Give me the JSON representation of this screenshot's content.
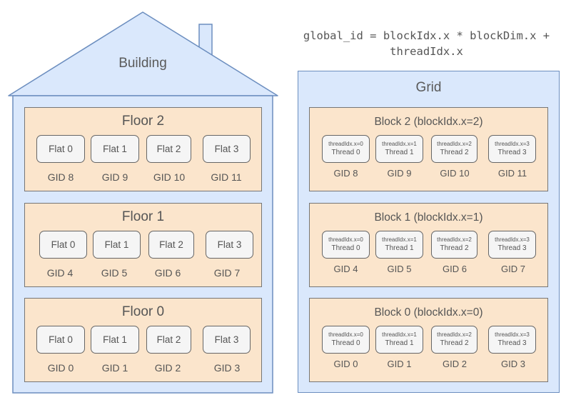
{
  "formula": {
    "line1": "global_id = blockIdx.x * blockDim.x +",
    "line2": "threadIdx.x"
  },
  "building": {
    "title": "Building",
    "floors": [
      {
        "title": "Floor 2",
        "flats": [
          "Flat 0",
          "Flat 1",
          "Flat 2",
          "Flat 3"
        ],
        "gids": [
          "GID 8",
          "GID 9",
          "GID 10",
          "GID 11"
        ]
      },
      {
        "title": "Floor 1",
        "flats": [
          "Flat 0",
          "Flat 1",
          "Flat 2",
          "Flat 3"
        ],
        "gids": [
          "GID 4",
          "GID 5",
          "GID 6",
          "GID 7"
        ]
      },
      {
        "title": "Floor 0",
        "flats": [
          "Flat 0",
          "Flat 1",
          "Flat 2",
          "Flat 3"
        ],
        "gids": [
          "GID 0",
          "GID 1",
          "GID 2",
          "GID 3"
        ]
      }
    ]
  },
  "grid": {
    "title": "Grid",
    "blocks": [
      {
        "title": "Block 2 (blockIdx.x=2)",
        "threads": [
          {
            "idx": "threadIdx.x=0",
            "name": "Thread 0"
          },
          {
            "idx": "threadIdx.x=1",
            "name": "Thread 1"
          },
          {
            "idx": "threadIdx.x=2",
            "name": "Thread 2"
          },
          {
            "idx": "threadIdx.x=3",
            "name": "Thread 3"
          }
        ],
        "gids": [
          "GID 8",
          "GID 9",
          "GID 10",
          "GID 11"
        ]
      },
      {
        "title": "Block 1 (blockIdx.x=1)",
        "threads": [
          {
            "idx": "threadIdx.x=0",
            "name": "Thread 0"
          },
          {
            "idx": "threadIdx.x=1",
            "name": "Thread 1"
          },
          {
            "idx": "threadIdx.x=2",
            "name": "Thread 2"
          },
          {
            "idx": "threadIdx.x=3",
            "name": "Thread 3"
          }
        ],
        "gids": [
          "GID 4",
          "GID 5",
          "GID 6",
          "GID 7"
        ]
      },
      {
        "title": "Block 0 (blockIdx.x=0)",
        "threads": [
          {
            "idx": "threadIdx.x=0",
            "name": "Thread 0"
          },
          {
            "idx": "threadIdx.x=1",
            "name": "Thread 1"
          },
          {
            "idx": "threadIdx.x=2",
            "name": "Thread 2"
          },
          {
            "idx": "threadIdx.x=3",
            "name": "Thread 3"
          }
        ],
        "gids": [
          "GID 0",
          "GID 1",
          "GID 2",
          "GID 3"
        ]
      }
    ]
  },
  "colors": {
    "blue_fill": "#dae8fc",
    "blue_stroke": "#6c8ebf",
    "orange_fill": "#fbe5cc",
    "cell_fill": "#f5f5f5"
  }
}
